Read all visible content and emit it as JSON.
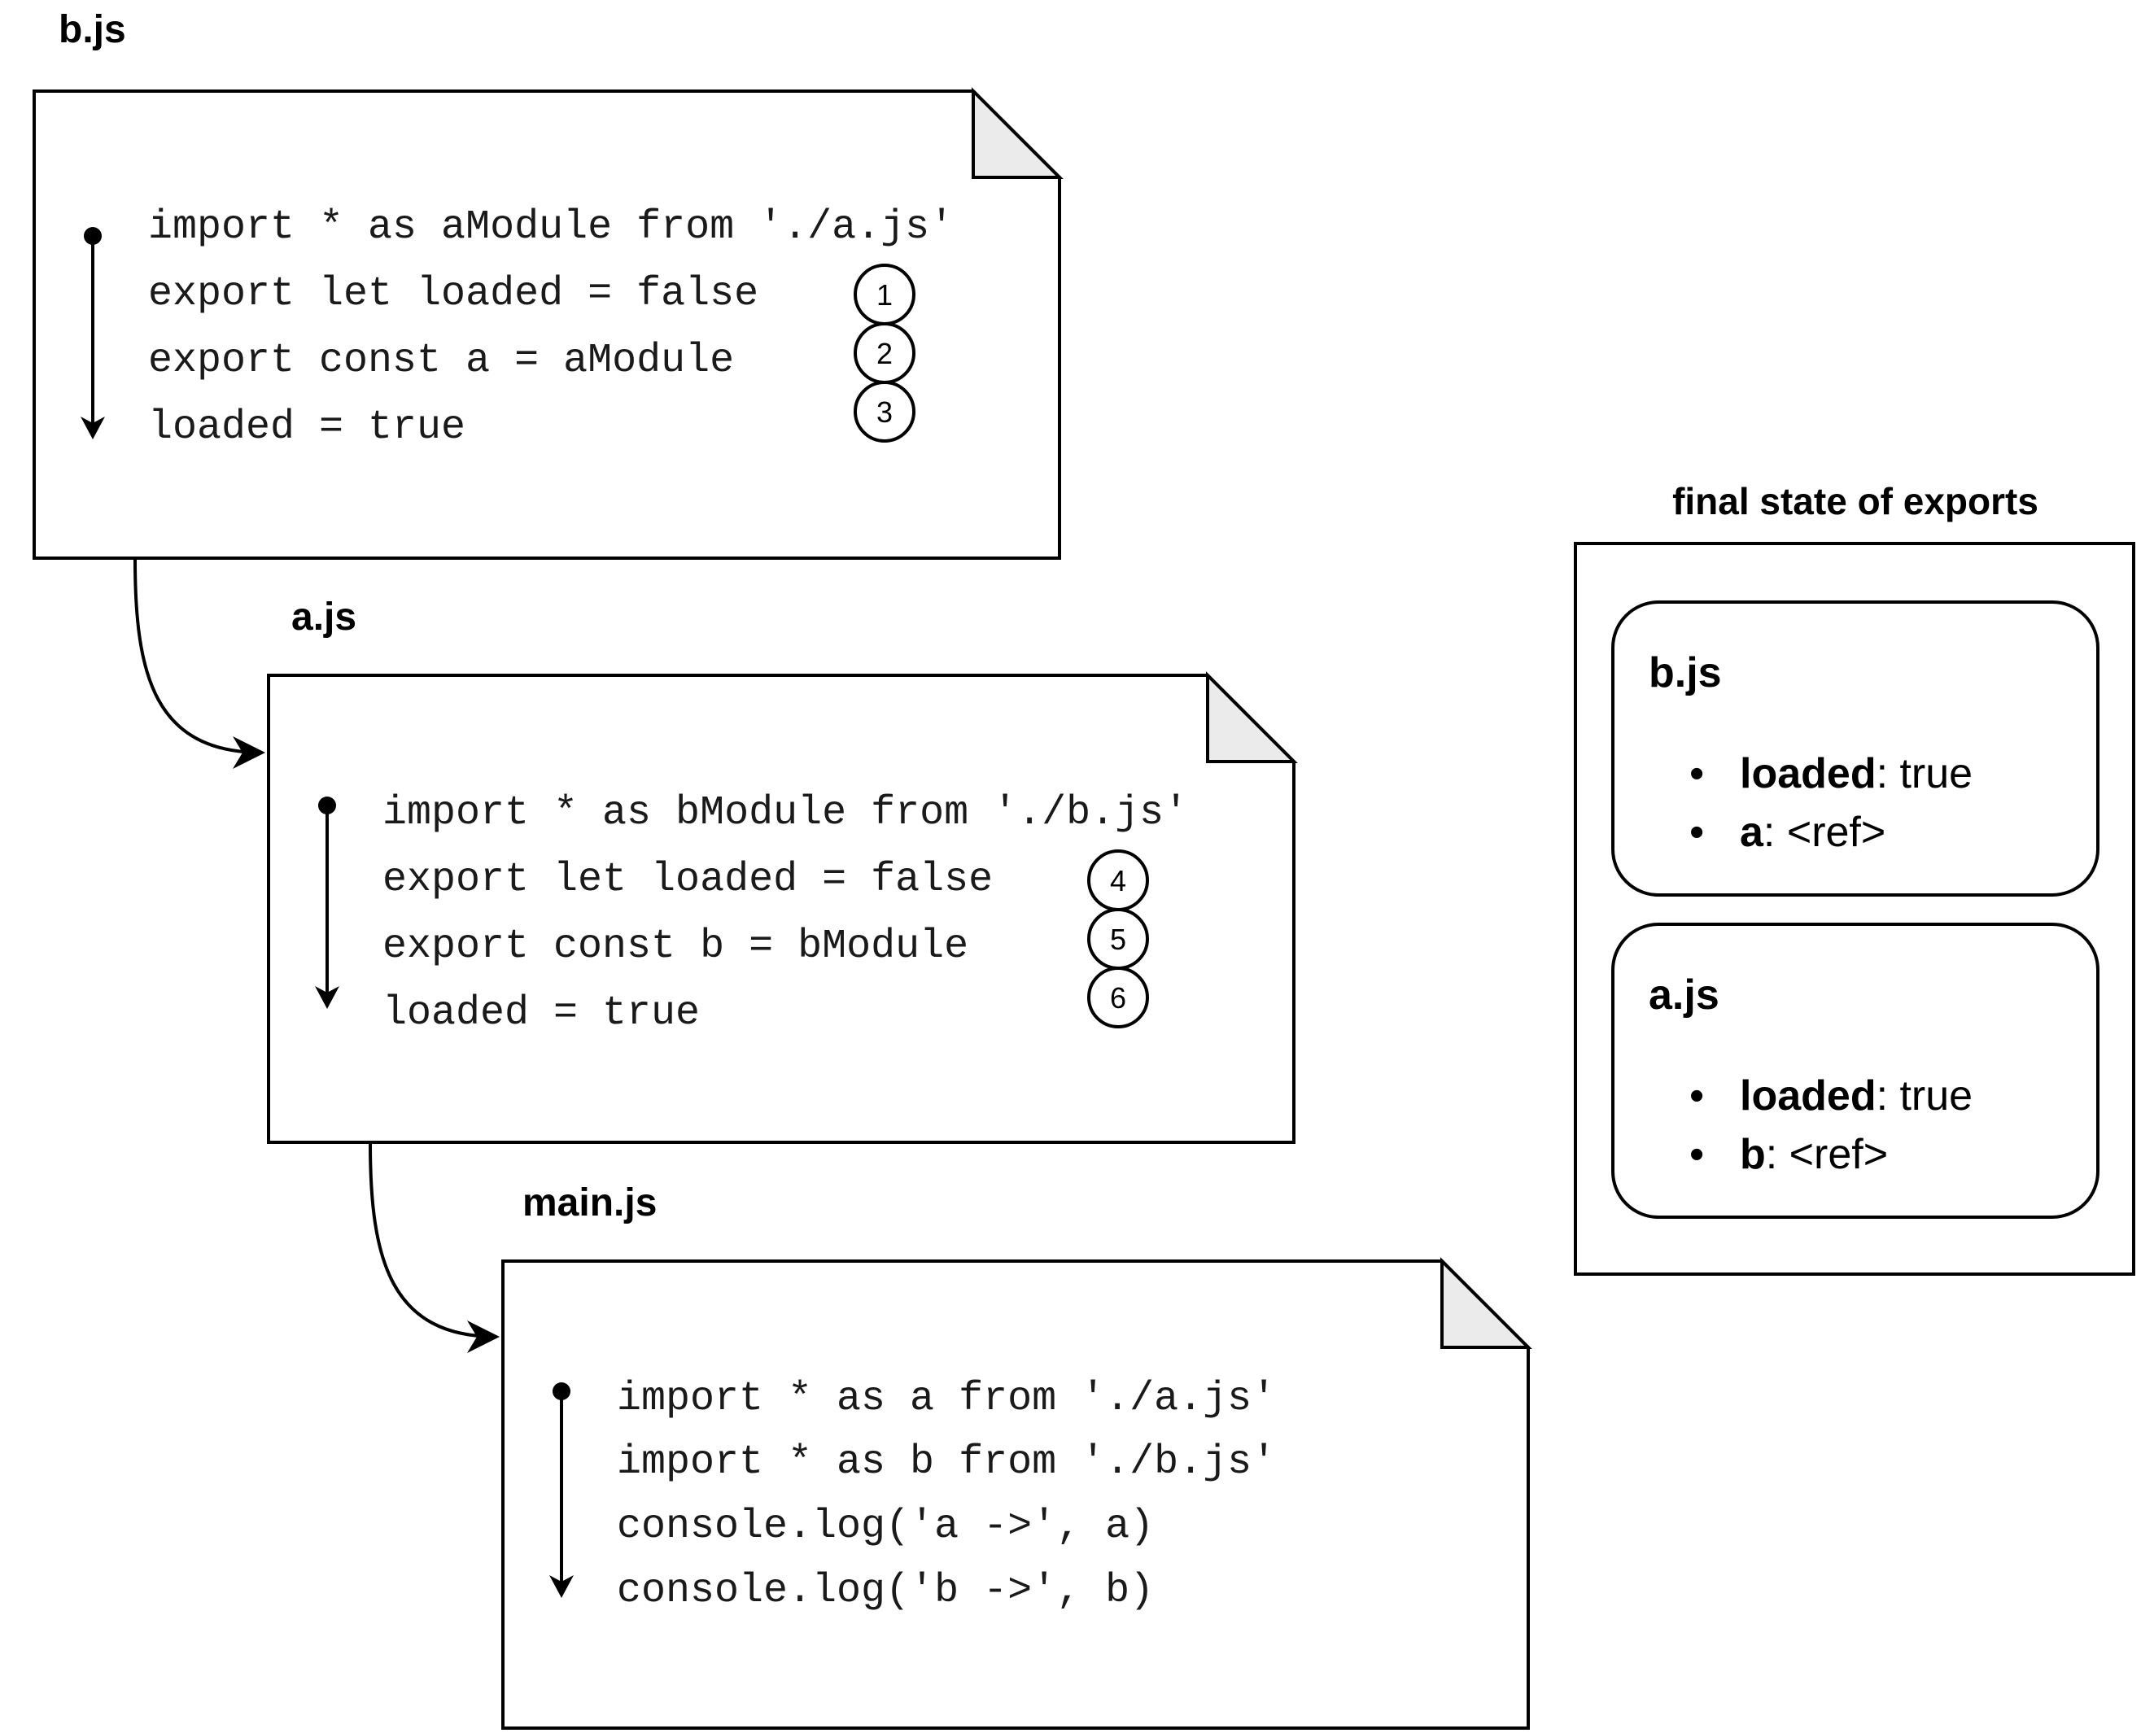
{
  "modules": [
    {
      "label": "b.js",
      "lines": [
        "import * as aModule from './a.js'",
        "export let loaded = false",
        "export const a = aModule",
        "loaded = true"
      ],
      "steps": [
        "1",
        "2",
        "3"
      ]
    },
    {
      "label": "a.js",
      "lines": [
        "import * as bModule from './b.js'",
        "export let loaded = false",
        "export const b = bModule",
        "loaded = true"
      ],
      "steps": [
        "4",
        "5",
        "6"
      ]
    },
    {
      "label": "main.js",
      "lines": [
        "import * as a from './a.js'",
        "import * as b from './b.js'",
        "console.log('a ->', a)",
        "console.log('b ->', b)"
      ],
      "steps": []
    }
  ],
  "final_state": {
    "title": "final state of exports",
    "cards": [
      {
        "title": "b.js",
        "items": [
          {
            "key": "loaded",
            "sep": ": ",
            "value": "true"
          },
          {
            "key": "a",
            "sep": ": ",
            "value": "<ref>"
          }
        ]
      },
      {
        "title": "a.js",
        "items": [
          {
            "key": "loaded",
            "sep": ": ",
            "value": "true"
          },
          {
            "key": "b",
            "sep": ": ",
            "value": "<ref>"
          }
        ]
      }
    ],
    "bullet": "•"
  }
}
